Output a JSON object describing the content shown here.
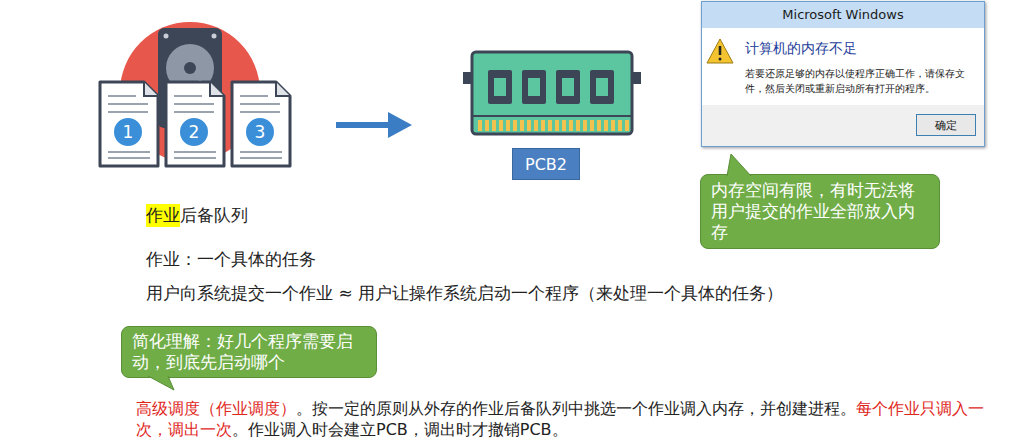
{
  "diagram": {
    "nodes": [
      {
        "text": [
          "1"
        ]
      },
      {
        "text": [
          "2"
        ]
      },
      {
        "text": [
          "3"
        ]
      },
      {
        "text": [
          "PCB2"
        ]
      },
      {
        "text": [
          "Microsoft Windows",
          "计算机的内存不足",
          "若要还原足够的内存以使程序正确工作，请保存文件，然后关闭或重新启动所有打开的程序。"
        ]
      },
      {
        "text": [
          "确定"
        ],
        "in": 4
      },
      {
        "text": [
          "内存空间有限，有时无法将用户提交的作业全部放入内存"
        ]
      },
      {
        "text": [
          "简化理解：好几个程序需要启动，到底先启动哪个"
        ]
      }
    ],
    "labels": [
      "作业",
      "后备队列",
      "作业：一个具体的任务",
      "用户向系统提交一个作业 ≈ 用户让操作系统启动一个程序（来处理一个具体的任务）",
      "高级调度（作业调度）",
      "。按一定的原则从外存的作业后备队列中挑选一个作业调入内存，并创建进程。",
      "每个作业只调入一次，调出一次",
      "。作业调入时会建立PCB，调出时才撤销PCB。"
    ]
  }
}
